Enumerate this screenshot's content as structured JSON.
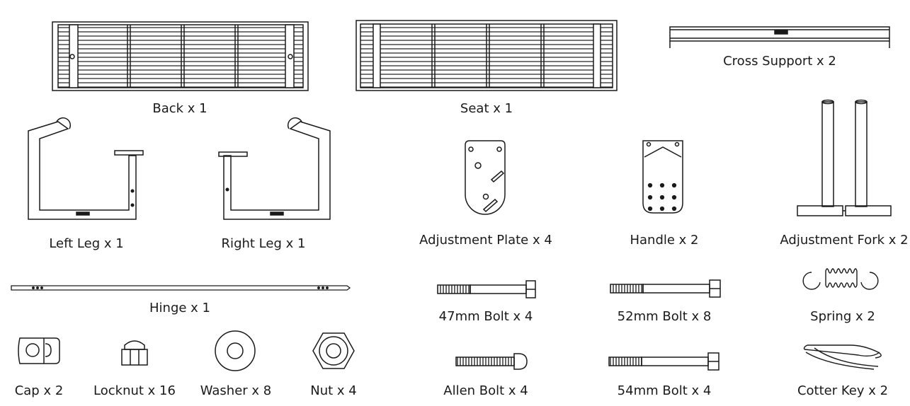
{
  "parts": {
    "back": "Back x 1",
    "seat": "Seat x 1",
    "cross_support": "Cross Support x 2",
    "left_leg": "Left Leg x 1",
    "right_leg": "Right Leg x 1",
    "adjustment_plate": "Adjustment Plate x 4",
    "handle": "Handle x 2",
    "adjustment_fork": "Adjustment Fork x 2",
    "hinge": "Hinge x 1",
    "bolt_47": "47mm Bolt x 4",
    "bolt_52": "52mm Bolt x 8",
    "spring": "Spring x 2",
    "cap": "Cap x 2",
    "locknut": "Locknut x 16",
    "washer": "Washer x 8",
    "nut": "Nut x 4",
    "allen_bolt": "Allen Bolt x 4",
    "bolt_54": "54mm Bolt x 4",
    "cotter_key": "Cotter Key x 2"
  },
  "colors": {
    "stroke": "#1a1a1a",
    "background": "#ffffff"
  }
}
